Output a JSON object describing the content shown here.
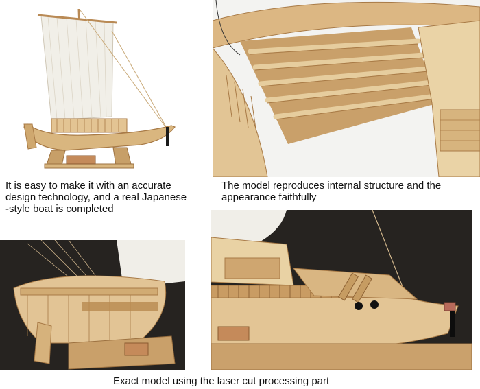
{
  "captions": {
    "top_left": "It is easy to make it with an accurate\ndesign technology, and a real Japanese\n-style boat is completed",
    "top_right": "The model reproduces internal structure and the\nappearance faithfully",
    "bottom": "Exact model using the laser cut processing part"
  },
  "colors": {
    "wood_light": "#e8cfa2",
    "wood_mid": "#d4b07a",
    "wood_dark": "#a87a46",
    "sail": "#f4f2ec",
    "dark_bg": "#262320"
  }
}
